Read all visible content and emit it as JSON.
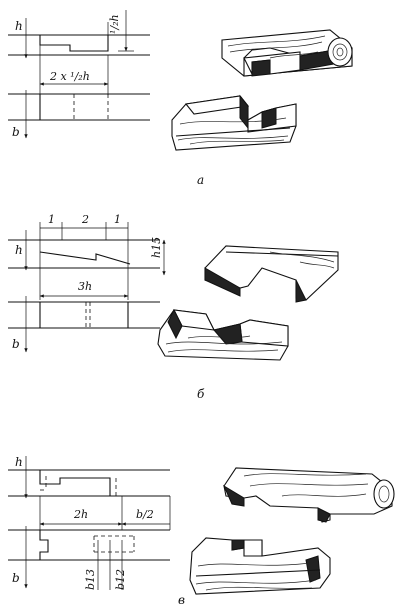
{
  "panels": [
    {
      "caption": "а",
      "labels": {
        "h": "h",
        "b": "b",
        "length": "2 x ¹/₂h",
        "depth": "¹/₂h"
      }
    },
    {
      "caption": "б",
      "labels": {
        "h": "h",
        "b": "b",
        "seg1": "1",
        "seg2": "2",
        "seg3": "1",
        "length": "3h",
        "depth": "h15"
      }
    },
    {
      "caption": "в",
      "labels": {
        "h": "h",
        "b": "b",
        "length": "2h",
        "half": "b/2",
        "side1": "b13",
        "side2": "b12"
      }
    }
  ]
}
